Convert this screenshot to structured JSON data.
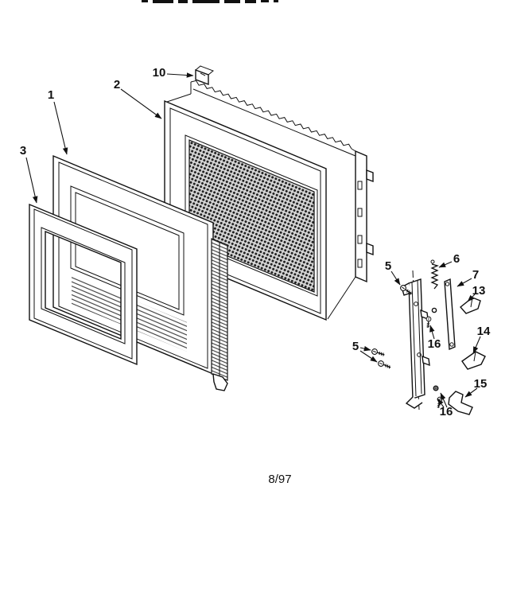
{
  "page": {
    "date_code": "8/97"
  },
  "colors": {
    "ink": "#111111",
    "paper": "#ffffff"
  },
  "callouts": {
    "part1": "1",
    "part2": "2",
    "part3": "3",
    "part5": "5",
    "part6": "6",
    "part7": "7",
    "part10": "10",
    "part13": "13",
    "part14": "14",
    "part15": "15",
    "part16": "16"
  }
}
